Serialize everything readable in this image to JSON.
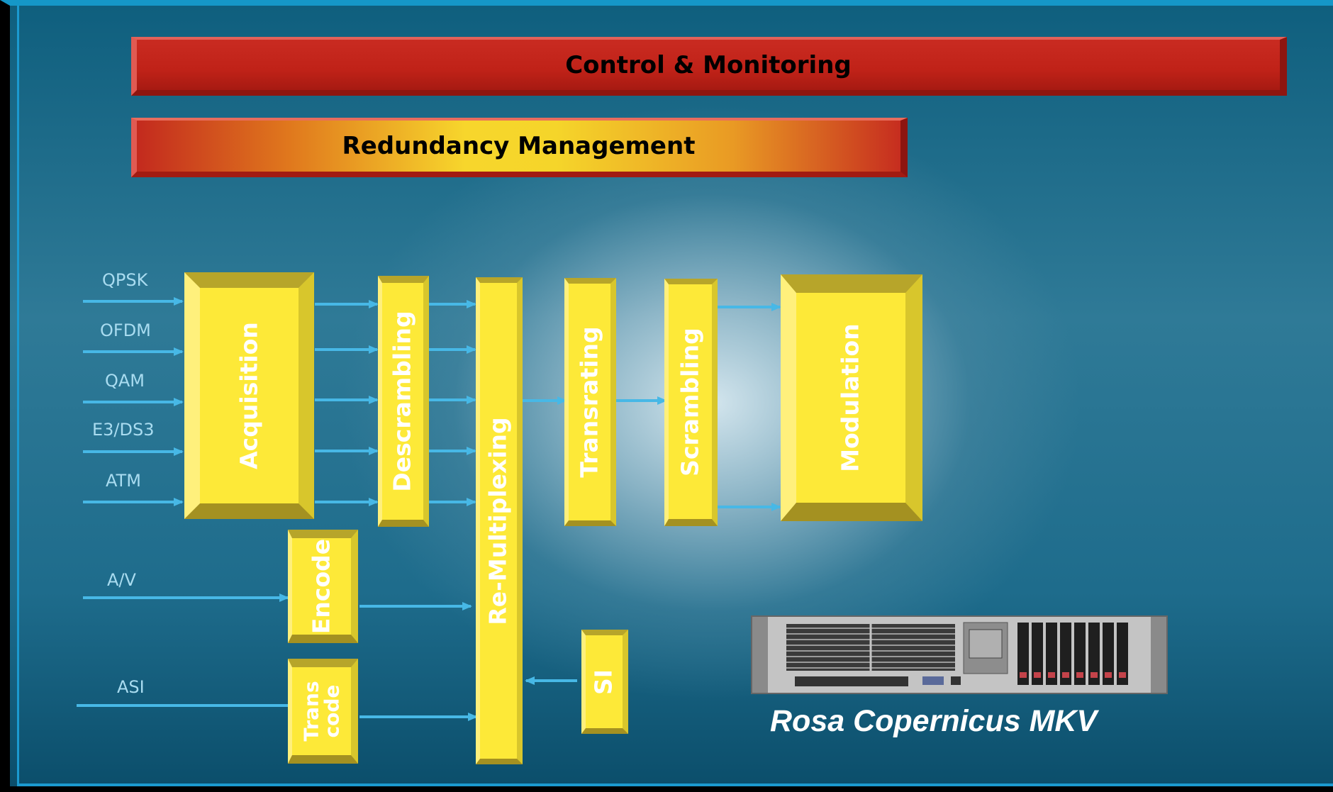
{
  "banners": {
    "control": "Control & Monitoring",
    "redundancy": "Redundancy Management"
  },
  "inputs": {
    "qpsk": "QPSK",
    "ofdm": "OFDM",
    "qam": "QAM",
    "e3ds3": "E3/DS3",
    "atm": "ATM",
    "av": "A/V",
    "asi": "ASI"
  },
  "blocks": {
    "acquisition": "Acquisition",
    "descrambling": "Descrambling",
    "remultiplexing": "Re-Multiplexing",
    "transrating": "Transrating",
    "scrambling": "Scrambling",
    "modulation": "Modulation",
    "encode": "Encode",
    "transcode_line1": "Trans",
    "transcode_line2": "code",
    "si": "SI"
  },
  "product": {
    "caption": "Rosa Copernicus MKV",
    "image_icon": "rack-server-icon"
  },
  "colors": {
    "block_yellow": "#fde938",
    "arrow_blue": "#47b8e6",
    "banner_red": "#c02218"
  }
}
